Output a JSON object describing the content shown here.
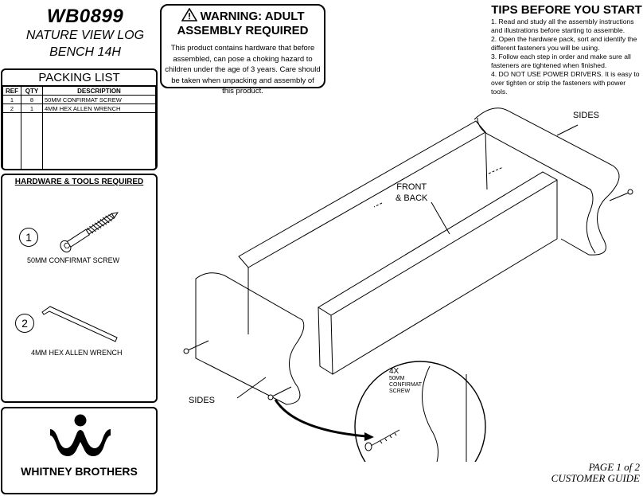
{
  "title": {
    "code": "WB0899",
    "line1": "NATURE VIEW LOG",
    "line2": "BENCH 14H"
  },
  "warning": {
    "heading1": "WARNING: ADULT",
    "heading2": "ASSEMBLY REQUIRED",
    "body": "This product contains hardware that before assembled, can pose a choking hazard to children under the age of 3 years. Care should be taken when unpacking and assembly of this product."
  },
  "tips": {
    "heading": "TIPS BEFORE YOU START",
    "items": [
      "1. Read and study all the assembly instructions and illustrations before starting to assemble.",
      "2. Open the hardware pack, sort and identify the different fasteners you will be using.",
      "3. Follow each step in order and make sure all fasteners are tightened when finished.",
      "4. DO NOT USE POWER DRIVERS. It is easy to over tighten or strip the fasteners with power tools."
    ]
  },
  "packing": {
    "heading": "PACKING LIST",
    "columns": [
      "REF",
      "QTY",
      "DESCRIPTION"
    ],
    "rows": [
      [
        "1",
        "8",
        "50MM CONFIRMAT SCREW"
      ],
      [
        "2",
        "1",
        "4MM HEX ALLEN WRENCH"
      ]
    ]
  },
  "hardware": {
    "heading": "HARDWARE & TOOLS REQUIRED",
    "items": [
      {
        "ref": "1",
        "label": "50MM CONFIRMAT SCREW",
        "icon": "confirmat-screw-icon"
      },
      {
        "ref": "2",
        "label": "4MM HEX ALLEN  WRENCH",
        "icon": "allen-wrench-icon"
      }
    ]
  },
  "brand": {
    "name": "WHITNEY BROTHERS",
    "logo": "whitney-brothers-logo"
  },
  "diagram": {
    "sides_top": "SIDES",
    "front_back_1": "FRONT",
    "front_back_2": "& BACK",
    "sides_bottom": "SIDES",
    "callout_qty": "4X",
    "callout_l1": "50MM",
    "callout_l2": "CONFIRMAT",
    "callout_l3": "SCREW"
  },
  "page": {
    "line1": "PAGE 1 of 2",
    "line2": "CUSTOMER GUIDE"
  }
}
